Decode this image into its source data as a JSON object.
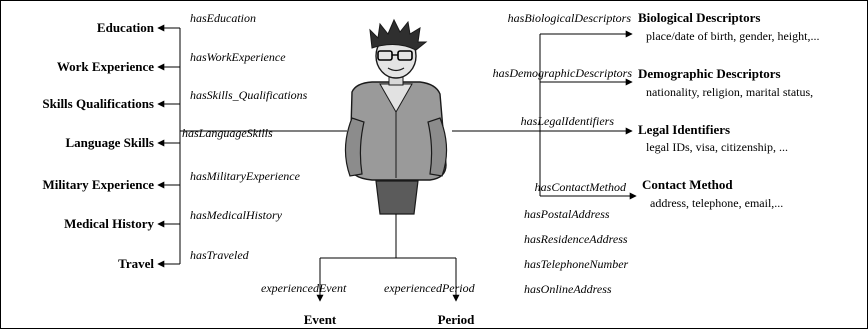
{
  "left_concepts": [
    {
      "label": "Education",
      "property": "hasEducation"
    },
    {
      "label": "Work Experience",
      "property": "hasWorkExperience"
    },
    {
      "label": "Skills Qualifications",
      "property": "hasSkills_Qualifications"
    },
    {
      "label": "Language Skills",
      "property": "hasLanguageSkills"
    },
    {
      "label": "Military Experience",
      "property": "hasMilitaryExperience"
    },
    {
      "label": "Medical History",
      "property": "hasMedicalHistory"
    },
    {
      "label": "Travel",
      "property": "hasTraveled"
    }
  ],
  "right_concepts": [
    {
      "label": "Biological Descriptors",
      "property": "hasBiologicalDescriptors",
      "description": "place/date of birth, gender, height,..."
    },
    {
      "label": "Demographic Descriptors",
      "property": "hasDemographicDescriptors",
      "description": "nationality, religion, marital status,"
    },
    {
      "label": "Legal Identifiers",
      "property": "hasLegalIdentifiers",
      "description": "legal IDs, visa, citizenship, ..."
    },
    {
      "label": "Contact Method",
      "property": "hasContactMethod",
      "description": "address, telephone, email,..."
    }
  ],
  "contact_subproperties": [
    "hasPostalAddress",
    "hasResidenceAddress",
    "hasTelephoneNumber",
    "hasOnlineAddress"
  ],
  "bottom_concepts": [
    {
      "label": "Event",
      "property": "experiencedEvent"
    },
    {
      "label": "Period",
      "property": "experiencedPeriod"
    }
  ]
}
